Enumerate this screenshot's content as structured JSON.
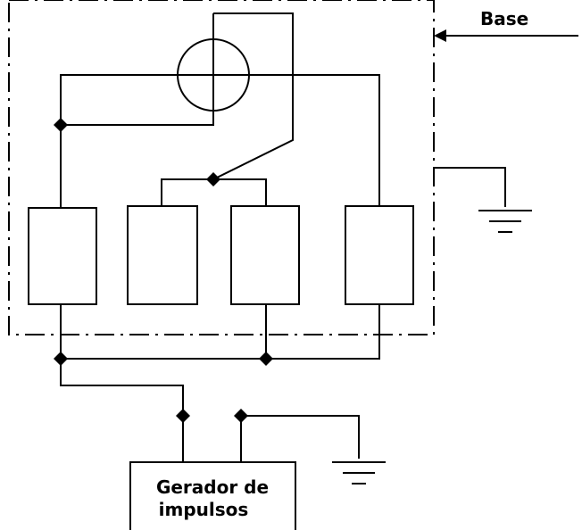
{
  "diagram": {
    "base_label": "Base",
    "generator_label_line1": "Gerador de",
    "generator_label_line2": "impulsos",
    "colors": {
      "stroke": "#000000",
      "background": "#ffffff"
    }
  }
}
